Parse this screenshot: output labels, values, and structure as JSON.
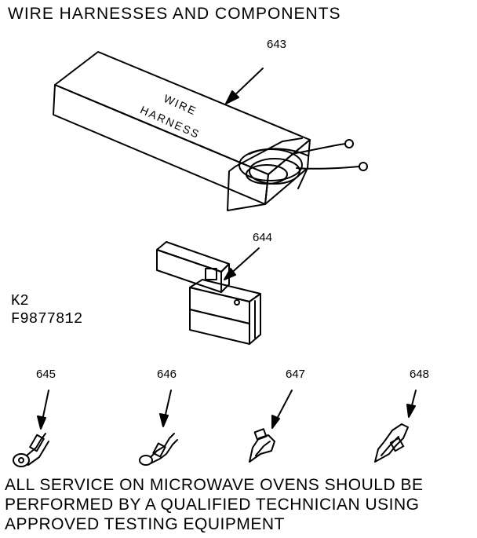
{
  "header": {
    "title": "WIRE HARNESSES AND COMPONENTS"
  },
  "parts": [
    {
      "number": "643",
      "box_label": [
        "WIRE",
        "HARNESS"
      ]
    },
    {
      "number": "644"
    },
    {
      "number": "645"
    },
    {
      "number": "646"
    },
    {
      "number": "647"
    },
    {
      "number": "648"
    }
  ],
  "model": {
    "line1": "K2",
    "line2": "F9877812"
  },
  "notice": {
    "line1": "ALL SERVICE ON MICROWAVE OVENS SHOULD BE",
    "line2": "PERFORMED BY A QUALIFIED  TECHNICIAN USING",
    "line3": "APPROVED TESTING EQUIPMENT"
  }
}
